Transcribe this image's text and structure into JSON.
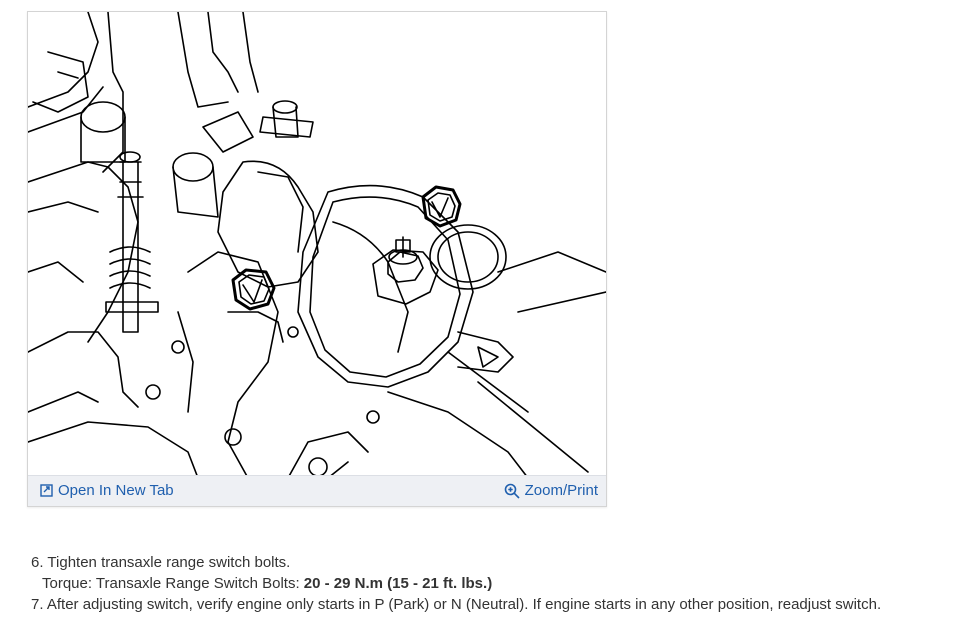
{
  "figure": {
    "open_new_tab_label": "Open In New Tab",
    "zoom_print_label": "Zoom/Print",
    "icons": {
      "open_new_tab": "open-in-new-tab-icon",
      "zoom": "magnifier-zoom-icon"
    }
  },
  "steps": {
    "step6_number": "6.",
    "step6_text": "Tighten transaxle range switch bolts.",
    "torque_label": "Torque: Transaxle Range Switch Bolts: ",
    "torque_value": "20 - 29 N.m (15 - 21 ft. lbs.)",
    "step7_number": "7.",
    "step7_text": "After adjusting switch, verify engine only starts in P (Park) or N (Neutral). If engine starts in any other position, readjust switch."
  },
  "colors": {
    "link": "#1f5fae",
    "toolbar_bg": "#eef0f4",
    "text": "#333333"
  }
}
